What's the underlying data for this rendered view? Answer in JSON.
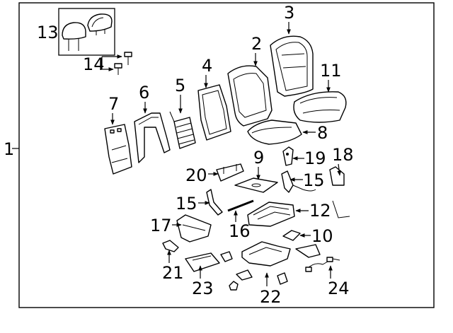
{
  "diagram": {
    "assembly_label": "1",
    "callouts": {
      "c2": "2",
      "c3": "3",
      "c4": "4",
      "c5": "5",
      "c6": "6",
      "c7": "7",
      "c8": "8",
      "c9": "9",
      "c10": "10",
      "c11": "11",
      "c12": "12",
      "c13": "13",
      "c14": "14",
      "c15a": "15",
      "c15b": "15",
      "c16": "16",
      "c17": "17",
      "c18": "18",
      "c19": "19",
      "c20": "20",
      "c21": "21",
      "c22": "22",
      "c23": "23",
      "c24": "24"
    }
  }
}
